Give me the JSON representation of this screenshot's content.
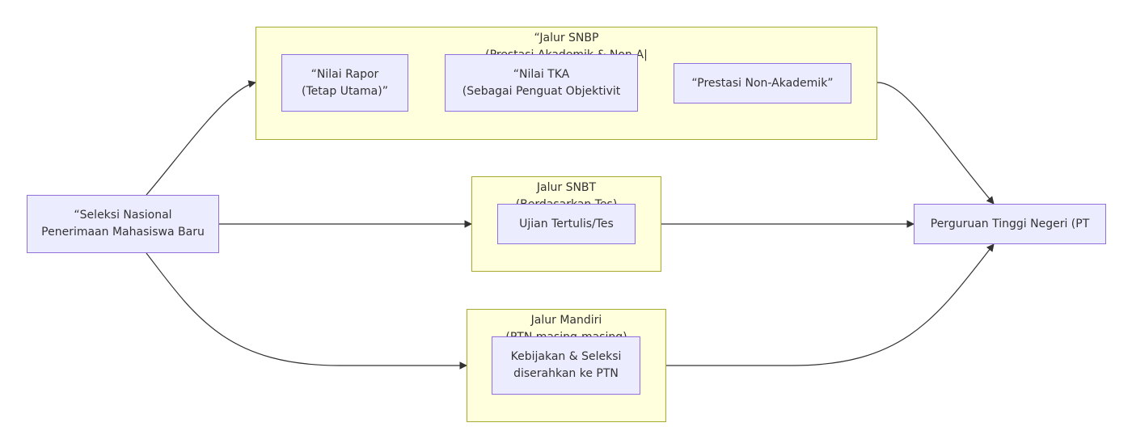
{
  "colors": {
    "cluster_fill": "#ffffde",
    "cluster_border": "#aaaa33",
    "node_fill": "#ececff",
    "node_border": "#9370db",
    "edge": "#333333",
    "text": "#333333"
  },
  "nodes": {
    "snmpb": "“Seleksi Nasional\nPenerimaan Mahasiswa Baru",
    "ptn": "Perguruan Tinggi Negeri (PT",
    "rapor": "“Nilai Rapor\n(Tetap Utama)”",
    "tka": "“Nilai TKA\n(Sebagai Penguat Objektivit",
    "prestasi": "“Prestasi Non-Akademik”",
    "ujian": "Ujian Tertulis/Tes",
    "kebijakan": "Kebijakan & Seleksi\ndiserahkan ke PTN"
  },
  "clusters": {
    "snbp": "“Jalur SNBP\n(Prestasi Akademik & Non-A|",
    "snbt": "Jalur SNBT\n(Berdasarkan Tes)",
    "mandiri": "Jalur Mandiri\n(PTN masing-masing)"
  },
  "edges": [
    {
      "from": "Seleksi Nasional Penerimaan Mahasiswa Baru",
      "to": "Jalur SNBP"
    },
    {
      "from": "Seleksi Nasional Penerimaan Mahasiswa Baru",
      "to": "Jalur SNBT"
    },
    {
      "from": "Seleksi Nasional Penerimaan Mahasiswa Baru",
      "to": "Jalur Mandiri"
    },
    {
      "from": "Jalur SNBP",
      "to": "Perguruan Tinggi Negeri"
    },
    {
      "from": "Jalur SNBT",
      "to": "Perguruan Tinggi Negeri"
    },
    {
      "from": "Jalur Mandiri",
      "to": "Perguruan Tinggi Negeri"
    }
  ]
}
